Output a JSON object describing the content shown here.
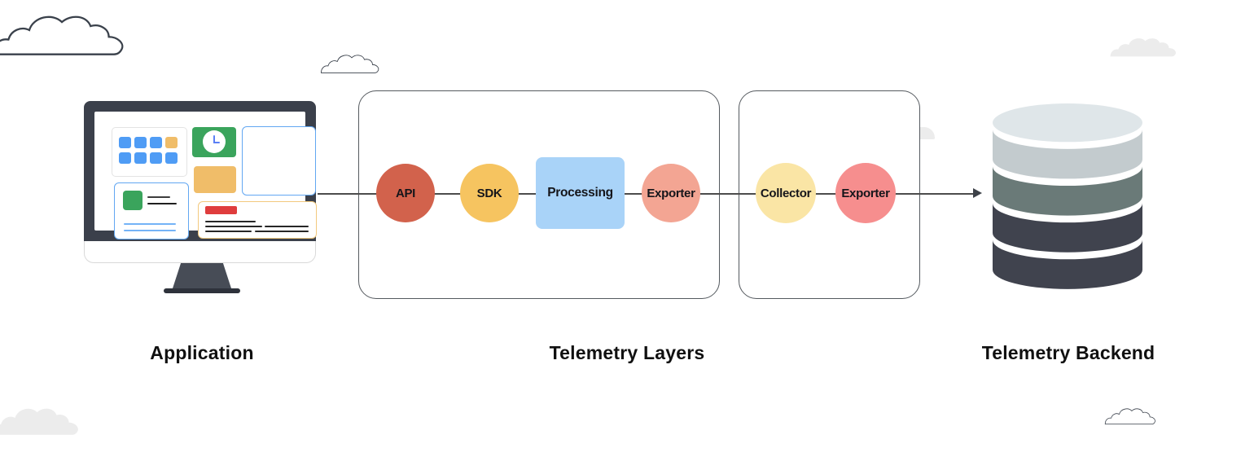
{
  "labels": {
    "application": "Application",
    "telemetry_layers": "Telemetry Layers",
    "telemetry_backend": "Telemetry Backend"
  },
  "pipeline": {
    "flow_direction": "left-to-right",
    "telemetry_layers_stages": [
      {
        "label": "API",
        "shape": "circle",
        "color": "#d2624c"
      },
      {
        "label": "SDK",
        "shape": "circle",
        "color": "#f6c460"
      },
      {
        "label": "Processing",
        "shape": "rect",
        "color": "#a9d3f8"
      },
      {
        "label": "Exporter",
        "shape": "circle",
        "color": "#f3a593"
      }
    ],
    "collector_stages": [
      {
        "label": "Collector",
        "shape": "circle",
        "color": "#fae5a5"
      },
      {
        "label": "Exporter",
        "shape": "circle",
        "color": "#f68e8e"
      }
    ]
  },
  "colors": {
    "connector": "#4c4c4c",
    "arrow": "#3d4148",
    "box_border": "#555a5f",
    "caption_text": "#101010",
    "database_bands": [
      "#dfe6e9",
      "#c3cbce",
      "#6a7a78",
      "#40434e",
      "#40434e"
    ],
    "cloud_outline": "#3a414b",
    "cloud_fill": "#ececec"
  },
  "icons": {
    "application": "monitor-illustration",
    "backend": "database-icon",
    "decoration": "cloud-icon",
    "clock": "clock-icon"
  }
}
